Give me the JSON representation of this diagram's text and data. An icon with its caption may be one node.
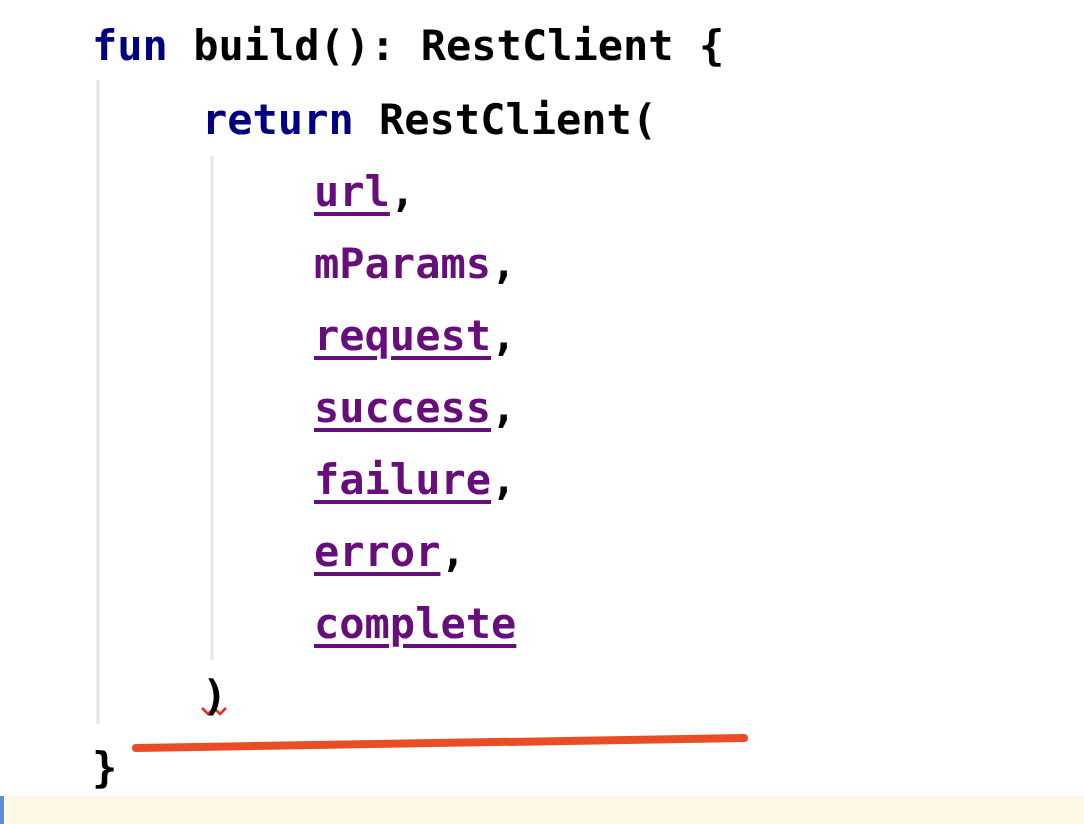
{
  "diagram": {
    "nodes": [
      {
        "text": [],
        "shape": "bar"
      }
    ],
    "labels": [
      "fun build(): RestClient {",
      "return RestClient(",
      "url,",
      "mParams,",
      "request,",
      "success,",
      "failure,",
      "error,",
      "complete",
      ")",
      "}"
    ]
  }
}
